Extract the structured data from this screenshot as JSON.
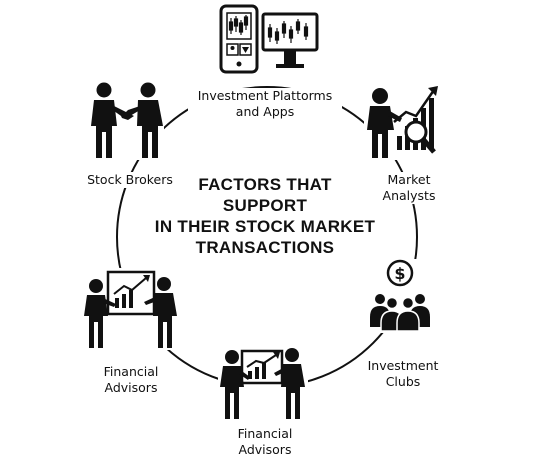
{
  "diagram": {
    "title_lines": [
      "FACTORS THAT",
      "SUPPORT",
      "IN THEIR STOCK MARKET",
      "TRANSACTIONS"
    ],
    "nodes": [
      {
        "id": "platforms",
        "label": "Investment Plattorms\nand Apps",
        "icon": "phone-monitor-chart-icon"
      },
      {
        "id": "analysts",
        "label": "Market\nAnalysts",
        "icon": "analyst-magnifier-chart-icon"
      },
      {
        "id": "clubs",
        "label": "Investment\nClubs",
        "icon": "group-dollar-icon"
      },
      {
        "id": "advisors-bottom",
        "label": "Financial\nAdvisors",
        "icon": "presentation-board-icon"
      },
      {
        "id": "advisors-left",
        "label": "Financial\nAdvisors",
        "icon": "presentation-board-icon"
      },
      {
        "id": "brokers",
        "label": "Stock Brokers",
        "icon": "handshake-icon"
      }
    ]
  },
  "colors": {
    "ink": "#111111",
    "background": "#ffffff"
  }
}
